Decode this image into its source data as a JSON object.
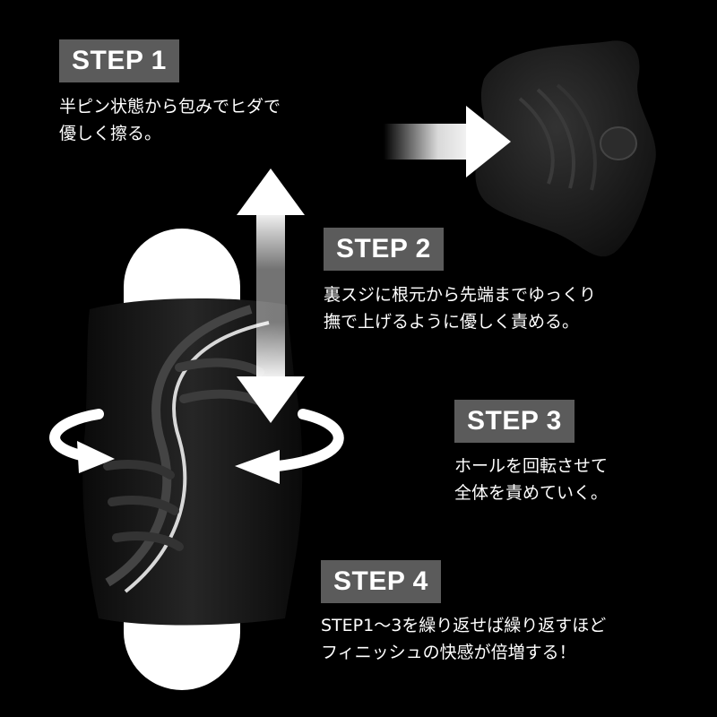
{
  "steps": [
    {
      "label": "STEP 1",
      "lines": [
        "半ピン状態から包みでヒダで",
        "優しく擦る。"
      ]
    },
    {
      "label": "STEP 2",
      "lines": [
        "裏スジに根元から先端までゆっくり",
        "撫で上げるように優しく責める。"
      ]
    },
    {
      "label": "STEP 3",
      "lines": [
        "ホールを回転させて",
        "全体を責めていく。"
      ]
    },
    {
      "label": "STEP 4",
      "lines": [
        "STEP1～3を繰り返せば繰り返すほど",
        "フィニッシュの快感が倍増する！"
      ]
    }
  ],
  "colors": {
    "background": "#000000",
    "badge": "#5b5b5b",
    "text": "#ffffff",
    "product": "#1c1c1c"
  }
}
